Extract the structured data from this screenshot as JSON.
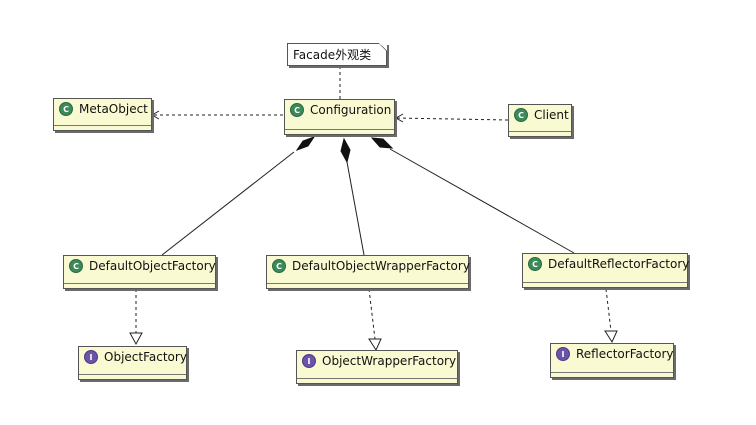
{
  "note": {
    "text": "Facade外观类"
  },
  "classes": {
    "metaobject": {
      "name": "MetaObject",
      "kind": "class",
      "icon": "C"
    },
    "configuration": {
      "name": "Configuration",
      "kind": "class",
      "icon": "C"
    },
    "client": {
      "name": "Client",
      "kind": "class",
      "icon": "C"
    },
    "default_object_factory": {
      "name": "DefaultObjectFactory",
      "kind": "class",
      "icon": "C"
    },
    "default_object_wrapper_factory": {
      "name": "DefaultObjectWrapperFactory",
      "kind": "class",
      "icon": "C"
    },
    "default_reflector_factory": {
      "name": "DefaultReflectorFactory",
      "kind": "class",
      "icon": "C"
    },
    "object_factory": {
      "name": "ObjectFactory",
      "kind": "interface",
      "icon": "I"
    },
    "object_wrapper_factory": {
      "name": "ObjectWrapperFactory",
      "kind": "interface",
      "icon": "I"
    },
    "reflector_factory": {
      "name": "ReflectorFactory",
      "kind": "interface",
      "icon": "I"
    }
  },
  "relations": [
    {
      "type": "note-link",
      "from": "note",
      "to": "configuration"
    },
    {
      "type": "dependency",
      "from": "configuration",
      "to": "metaobject"
    },
    {
      "type": "dependency",
      "from": "client",
      "to": "configuration"
    },
    {
      "type": "composition",
      "whole": "configuration",
      "part": "default_object_factory"
    },
    {
      "type": "composition",
      "whole": "configuration",
      "part": "default_object_wrapper_factory"
    },
    {
      "type": "composition",
      "whole": "configuration",
      "part": "default_reflector_factory"
    },
    {
      "type": "realization",
      "from": "default_object_factory",
      "to": "object_factory"
    },
    {
      "type": "realization",
      "from": "default_object_wrapper_factory",
      "to": "object_wrapper_factory"
    },
    {
      "type": "realization",
      "from": "default_reflector_factory",
      "to": "reflector_factory"
    }
  ],
  "colors": {
    "class_fill": "#fafad2",
    "class_icon": "#3c8a5a",
    "interface_icon": "#6b53a8",
    "line": "#222222"
  }
}
